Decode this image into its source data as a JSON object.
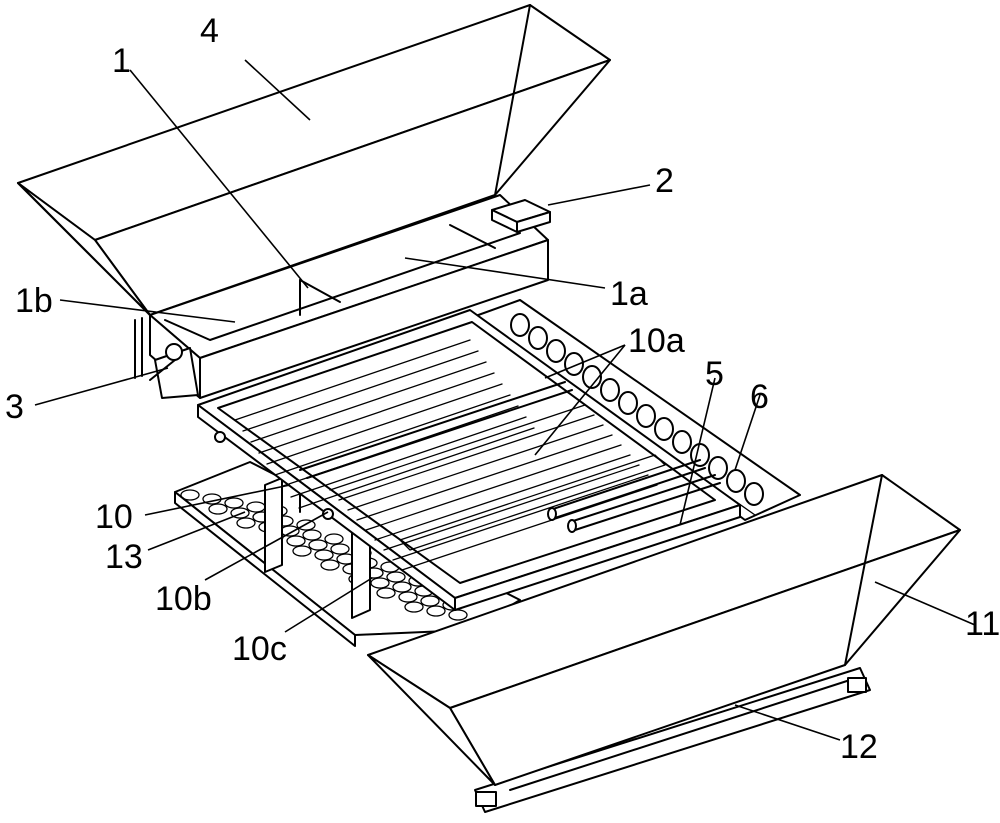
{
  "diagram": {
    "labels": {
      "l1": "1",
      "l1a": "1a",
      "l1b": "1b",
      "l2": "2",
      "l3": "3",
      "l4": "4",
      "l5": "5",
      "l6": "6",
      "l10": "10",
      "l10a": "10a",
      "l10b": "10b",
      "l10c": "10c",
      "l11": "11",
      "l12": "12",
      "l13": "13"
    }
  }
}
